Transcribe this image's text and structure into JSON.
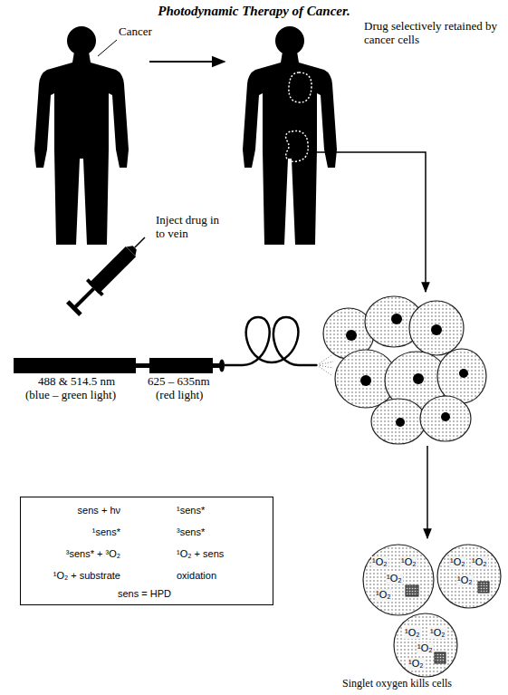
{
  "diagram": {
    "title": "Photodynamic Therapy of Cancer.",
    "nodes": [
      {
        "text": [
          "sens + hν",
          "¹sens*",
          "¹sens*",
          "³sens*",
          "³sens* + ³O₂",
          "¹O₂ + sens",
          "¹O₂ + substrate",
          "oxidation",
          "sens = HPD"
        ]
      },
      {
        "text": [
          "¹O₂",
          "¹O₂",
          "¹O₂",
          "¹O₂"
        ]
      },
      {
        "text": [
          "¹O₂",
          "¹O₂",
          "¹O₂"
        ]
      },
      {
        "text": [
          "¹O₂",
          "¹O₂",
          "¹O₂",
          "¹O₂"
        ]
      }
    ],
    "labels": [
      "Cancer",
      "Drug selectively retained by cancer cells",
      "Inject drug in to vein",
      "488 & 514.5 nm",
      "(blue – green light)",
      "625 – 635nm",
      "(red light)",
      "Singlet oxygen kills cells"
    ]
  }
}
